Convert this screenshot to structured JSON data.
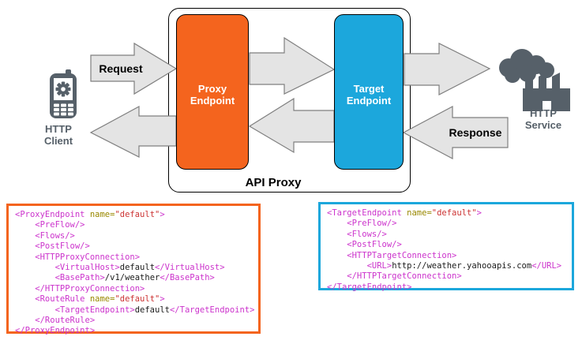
{
  "diagram": {
    "api_proxy_label": "API Proxy",
    "proxy_endpoint": {
      "line1": "Proxy",
      "line2": "Endpoint"
    },
    "target_endpoint": {
      "line1": "Target",
      "line2": "Endpoint"
    },
    "request_label": "Request",
    "response_label": "Response",
    "http_client": {
      "line1": "HTTP",
      "line2": "Client"
    },
    "http_service": {
      "line1": "HTTP",
      "line2": "Service"
    },
    "icons": {
      "client": "mobile-phone-gear-icon",
      "service": "cloud-factory-icon"
    },
    "colors": {
      "proxy_endpoint_orange": "#F4641E",
      "target_endpoint_blue": "#1CA7DC",
      "icon_slate": "#566069",
      "arrow_fill": "#E4E4E4",
      "arrow_stroke": "#7F7F7F"
    }
  },
  "syntax_colors": {
    "tag": "#CC33CC",
    "attr": "#998800",
    "value": "#CC3333",
    "text": "#1A1A1A"
  },
  "code_blocks": {
    "proxy_endpoint_xml": {
      "border_color": "#F4641E",
      "lines": [
        [
          {
            "c": "tag",
            "t": "<ProxyEndpoint"
          },
          {
            "c": "txt",
            "t": " "
          },
          {
            "c": "attr",
            "t": "name="
          },
          {
            "c": "val",
            "t": "\"default\""
          },
          {
            "c": "tag",
            "t": ">"
          }
        ],
        [
          {
            "c": "tag",
            "t": "    <PreFlow/>"
          }
        ],
        [
          {
            "c": "tag",
            "t": "    <Flows/>"
          }
        ],
        [
          {
            "c": "tag",
            "t": "    <PostFlow/>"
          }
        ],
        [
          {
            "c": "tag",
            "t": "    <HTTPProxyConnection>"
          }
        ],
        [
          {
            "c": "tag",
            "t": "        <VirtualHost>"
          },
          {
            "c": "txt",
            "t": "default"
          },
          {
            "c": "tag",
            "t": "</VirtualHost>"
          }
        ],
        [
          {
            "c": "tag",
            "t": "        <BasePath>"
          },
          {
            "c": "txt",
            "t": "/v1/weather"
          },
          {
            "c": "tag",
            "t": "</BasePath>"
          }
        ],
        [
          {
            "c": "tag",
            "t": "    </HTTPProxyConnection>"
          }
        ],
        [
          {
            "c": "tag",
            "t": "    <RouteRule"
          },
          {
            "c": "txt",
            "t": " "
          },
          {
            "c": "attr",
            "t": "name="
          },
          {
            "c": "val",
            "t": "\"default\""
          },
          {
            "c": "tag",
            "t": ">"
          }
        ],
        [
          {
            "c": "tag",
            "t": "        <TargetEndpoint>"
          },
          {
            "c": "txt",
            "t": "default"
          },
          {
            "c": "tag",
            "t": "</TargetEndpoint>"
          }
        ],
        [
          {
            "c": "tag",
            "t": "    </RouteRule>"
          }
        ],
        [
          {
            "c": "tag",
            "t": "</ProxyEndpoint>"
          }
        ]
      ]
    },
    "target_endpoint_xml": {
      "border_color": "#1CA7DC",
      "lines": [
        [
          {
            "c": "tag",
            "t": "<TargetEndpoint"
          },
          {
            "c": "txt",
            "t": " "
          },
          {
            "c": "attr",
            "t": "name="
          },
          {
            "c": "val",
            "t": "\"default\""
          },
          {
            "c": "tag",
            "t": ">"
          }
        ],
        [
          {
            "c": "tag",
            "t": "    <PreFlow/>"
          }
        ],
        [
          {
            "c": "tag",
            "t": "    <Flows/>"
          }
        ],
        [
          {
            "c": "tag",
            "t": "    <PostFlow/>"
          }
        ],
        [
          {
            "c": "tag",
            "t": "    <HTTPTargetConnection>"
          }
        ],
        [
          {
            "c": "tag",
            "t": "        <URL>"
          },
          {
            "c": "txt",
            "t": "http://weather.yahooapis.com"
          },
          {
            "c": "tag",
            "t": "</URL>"
          }
        ],
        [
          {
            "c": "tag",
            "t": "    </HTTPTargetConnection>"
          }
        ],
        [
          {
            "c": "tag",
            "t": "</TargetEndpoint>"
          }
        ]
      ]
    }
  }
}
